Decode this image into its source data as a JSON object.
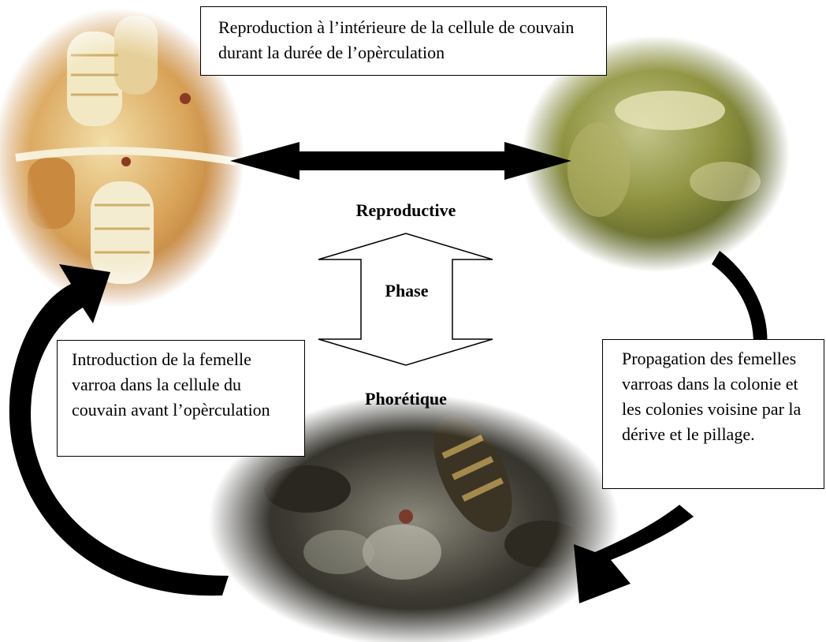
{
  "boxes": {
    "top": "Reproduction à l’intérieure de la cellule de couvain durant la durée de l’opèrculation",
    "left": "Introduction de la femelle varroa dans la cellule du couvain avant l’opèrculation",
    "right": "Propagation des femelles varroas dans la colonie et les colonies voisine par la dérive et le pillage."
  },
  "labels": {
    "reproductive": "Reproductive",
    "phase": "Phase",
    "phoretique": "Phorétique"
  },
  "photos": {
    "left": "brood-cell-larvae-photo",
    "right": "mite-closeup-photo",
    "bottom": "bees-photo"
  },
  "colors": {
    "arrow": "#000000",
    "box_border": "#000000"
  }
}
